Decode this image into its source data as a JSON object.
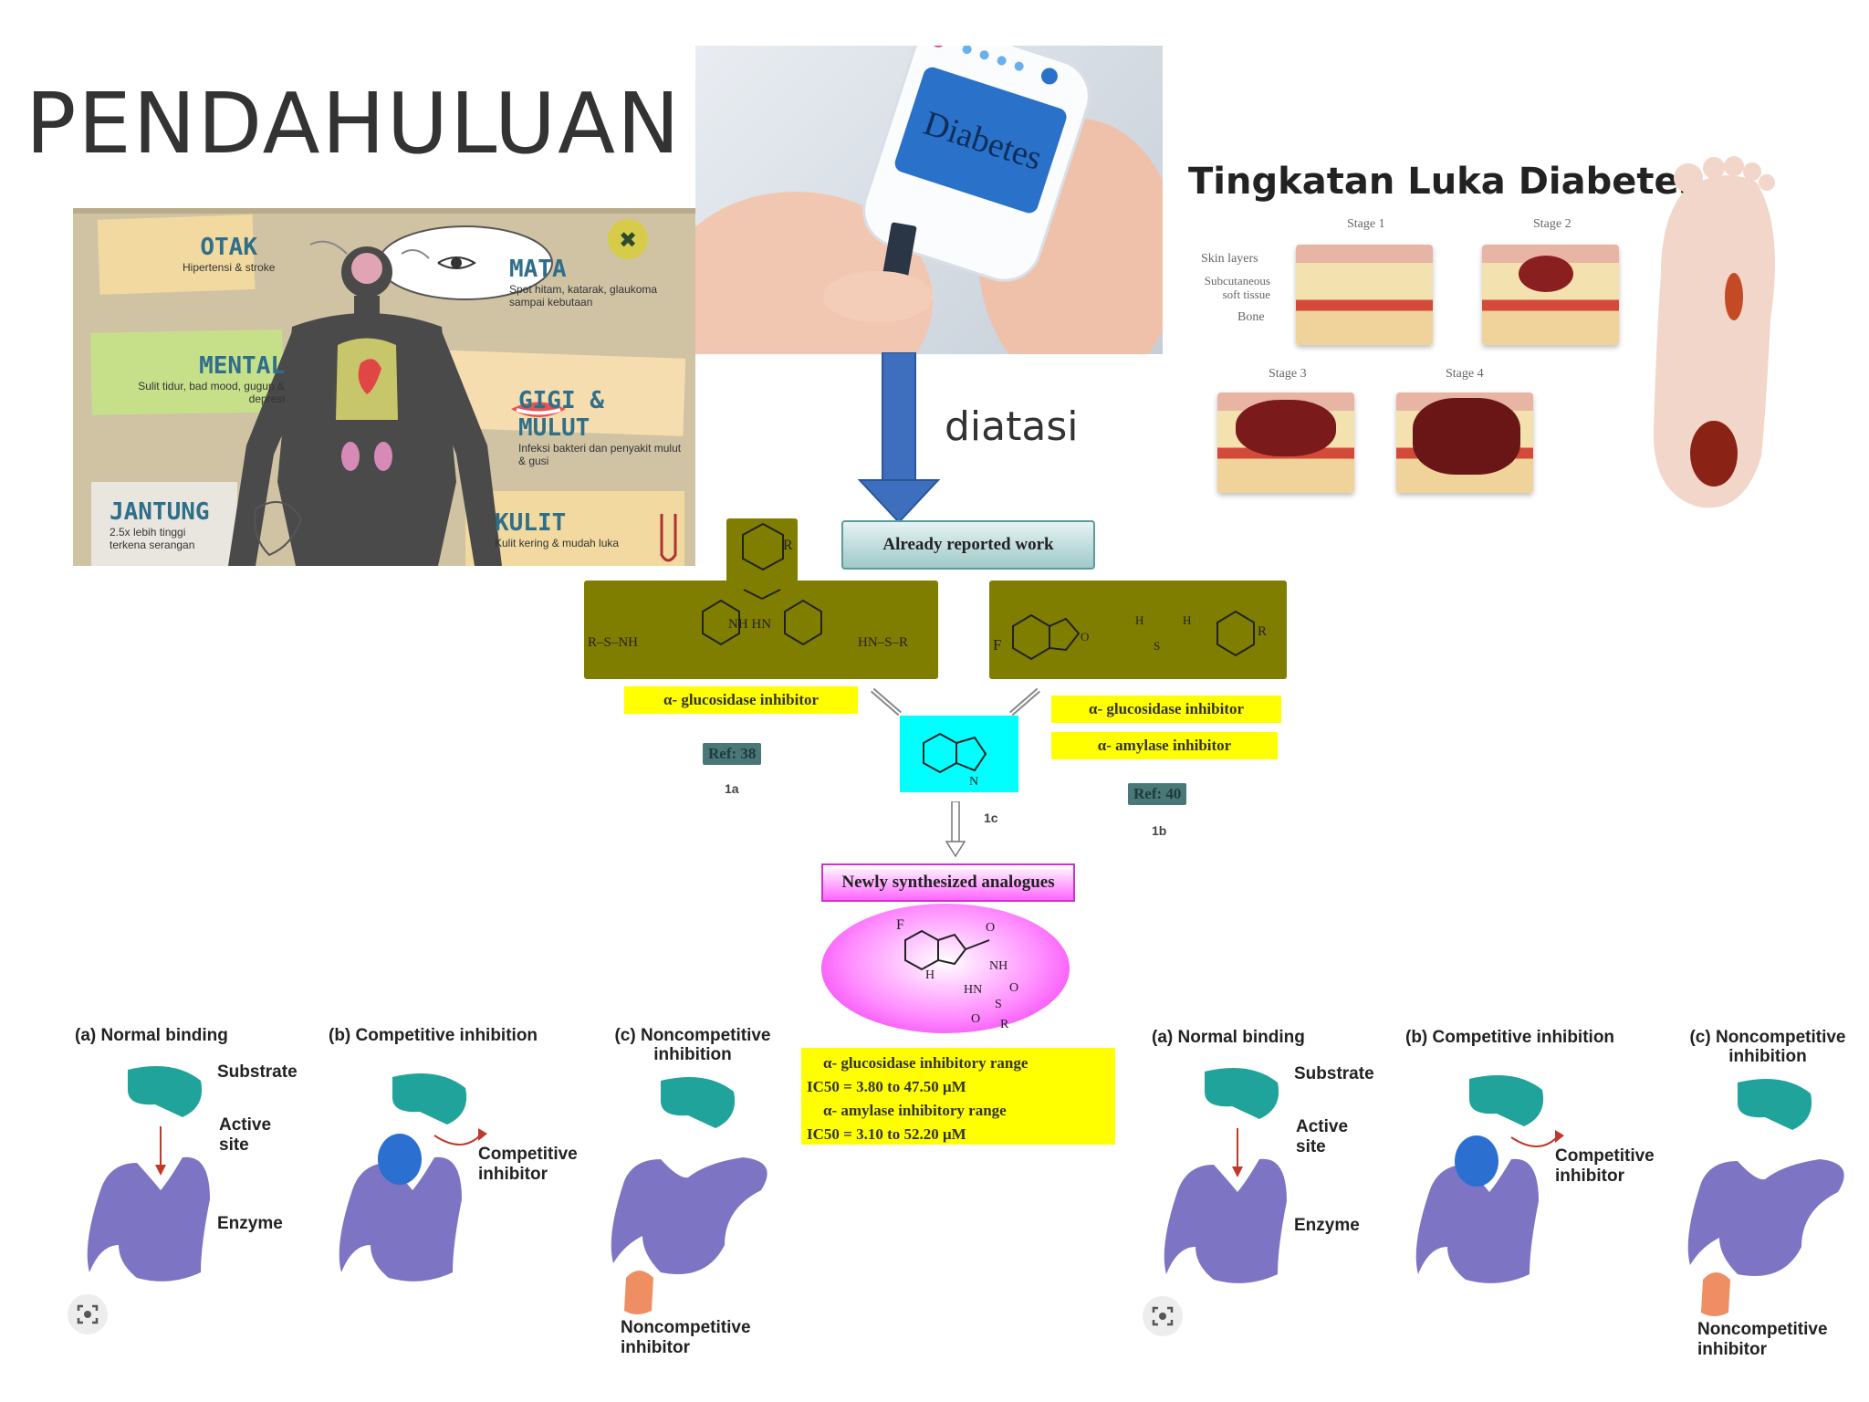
{
  "slide_title": "PENDAHULUAN",
  "arrow_label": "diatasi",
  "body_infographic": {
    "organs": [
      {
        "name": "OTAK",
        "desc": "Hipertensi & stroke"
      },
      {
        "name": "MATA",
        "desc": "Spot hitam, katarak, glaukoma sampai kebutaan"
      },
      {
        "name": "MENTAL",
        "desc": "Sulit tidur, bad mood, gugup & depresi"
      },
      {
        "name": "GIGI & MULUT",
        "desc": "Infeksi bakteri dan penyakit mulut & gusi"
      },
      {
        "name": "JANTUNG",
        "desc": "2.5x lebih tinggi terkena serangan"
      },
      {
        "name": "KULIT",
        "desc": "Kulit kering & mudah luka"
      }
    ]
  },
  "meter_photo": {
    "screen_text": "Diabetes"
  },
  "wound_stages": {
    "title": "Tingkatan Luka Diabetes",
    "stages": [
      "Stage 1",
      "Stage 2",
      "Stage 3",
      "Stage 4"
    ],
    "layers": [
      "Skin layers",
      "Subcutaneous soft tissue",
      "Bone"
    ]
  },
  "scheme": {
    "header": "Already reported work",
    "left_activity": "α- glucosidase inhibitor",
    "left_ref": "Ref: 38",
    "left_cpd": "1a",
    "right_activity_1": "α- glucosidase inhibitor",
    "right_activity_2": "α- amylase inhibitor",
    "right_ref": "Ref: 40",
    "right_cpd": "1b",
    "center_cpd": "1c",
    "new_header": "Newly synthesized analogues",
    "range1_title": "α- glucosidase inhibitory range",
    "range1_value": "IC50 = 3.80 to 47.50 μM",
    "range2_title": "α- amylase inhibitory range",
    "range2_value": "IC50 = 3.10 to 52.20 μM",
    "struct_labels": {
      "f": "F",
      "r": "R",
      "nh": "NH",
      "hn": "HN",
      "o": "O",
      "s": "S",
      "h": "H",
      "n": "N",
      "nhhn": "NH HN",
      "rsnh": "R–S–NH",
      "hnsr": "HN–S–R"
    }
  },
  "enzyme_panels": {
    "normal": "(a) Normal binding",
    "competitive": "(b) Competitive inhibition",
    "noncompetitive": "(c) Noncompetitive inhibition",
    "substrate": "Substrate",
    "active_site": "Active site",
    "enzyme": "Enzyme",
    "competitive_inhibitor": "Competitive inhibitor",
    "noncompetitive_inhibitor": "Noncompetitive inhibitor"
  },
  "colors": {
    "substrate": "#1fa39a",
    "enzyme": "#7d74c4",
    "competitive_inhibitor": "#2b6fd0",
    "noncompetitive_inhibitor": "#f08e63",
    "arrow_blue": "#3e6fbf",
    "olive": "#807e00",
    "highlight_yellow": "#ffff00",
    "cyan": "#00ffff",
    "magenta": "#ff3cff"
  }
}
